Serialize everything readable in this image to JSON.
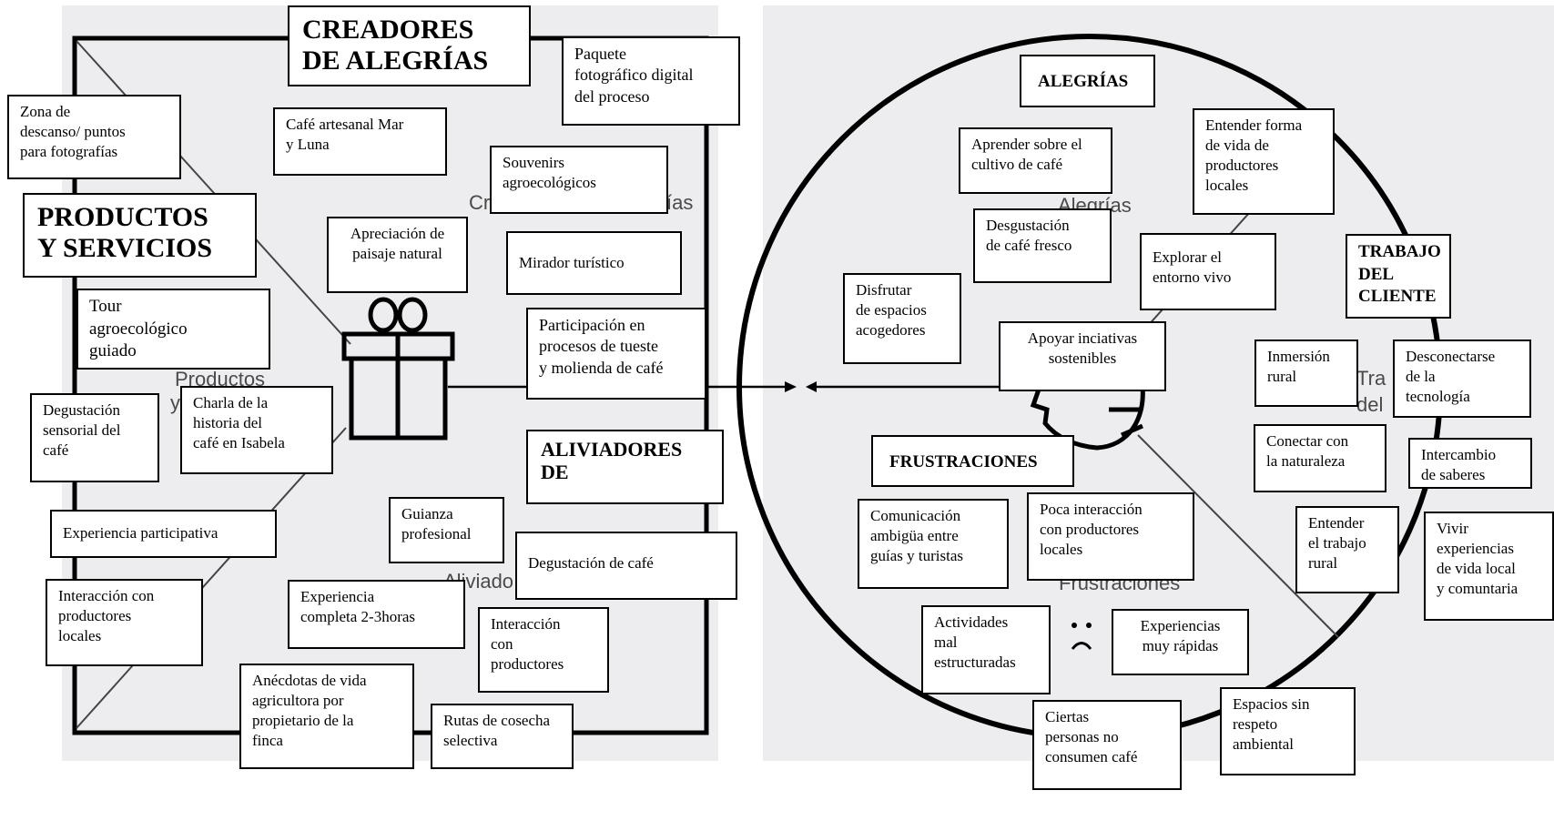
{
  "left_panel": {
    "headings": {
      "creators": "CREADORES\nDE ALEGRÍAS",
      "products": "PRODUCTOS\nY SERVICIOS",
      "relievers": "ALIVIADORES\nDE"
    },
    "ghost_labels": {
      "creators_a": "Cr",
      "creators_b": "ías",
      "products_a": "Productos",
      "products_b": "y",
      "relievers": "Aliviado"
    },
    "boxes": [
      "Paquete\nfotográfico digital\ndel proceso",
      "Zona de\ndescanso/ puntos\npara fotografías",
      "Café artesanal Mar\ny Luna",
      "Souvenirs\nagroecológicos",
      "Apreciación de\npaisaje natural",
      "Mirador turístico",
      "Tour\nagroecológico\nguiado",
      "Participación en\nprocesos de tueste\ny molienda de café",
      "Degustación\nsensorial del\ncafé",
      "Charla de la\nhistoria del\ncafé en Isabela",
      "Experiencia participativa",
      "Guianza\nprofesional",
      "Degustación de café",
      "Interacción con\nproductores\nlocales",
      "Experiencia\ncompleta 2-3horas",
      "Interacción\ncon\nproductores",
      "Anécdotas de vida\nagricultora por\npropietario de  la\nfinca",
      "Rutas de cosecha\nselectiva"
    ]
  },
  "right_panel": {
    "headings": {
      "gains": "ALEGRÍAS",
      "jobs": "TRABAJO\nDEL\nCLIENTE",
      "pains": "FRUSTRACIONES"
    },
    "ghost_labels": {
      "gains": "Alegrías",
      "jobs_a": "Tra",
      "jobs_b": "del",
      "pains": "Frustraciones"
    },
    "boxes": [
      "Aprender sobre el\ncultivo de café",
      "Entender forma\nde vida de\nproductores\nlocales",
      "Desgustación\nde café fresco",
      "Explorar el\nentorno vivo",
      "Disfrutar\nde espacios\nacogedores",
      "Apoyar inciativas\nsostenibles",
      "Inmersión\nrural",
      "Desconectarse\nde la\ntecnología",
      "Conectar con\nla naturaleza",
      "Intercambio\nde saberes",
      "Comunicación\nambigüa entre\nguías y turistas",
      "Poca interacción\ncon productores\nlocales",
      "Entender\nel trabajo\nrural",
      "Vivir\nexperiencias\nde vida local\ny comuntaria",
      "Actividades\nmal\nestructuradas",
      "Experiencias\nmuy rápidas",
      "Espacios sin\nrespeto\nambiental",
      "Ciertas\npersonas no\nconsumen café"
    ]
  },
  "icons": [
    "gift-icon",
    "face-profile-icon",
    "sad-face-icon",
    "double-arrow-connector"
  ]
}
